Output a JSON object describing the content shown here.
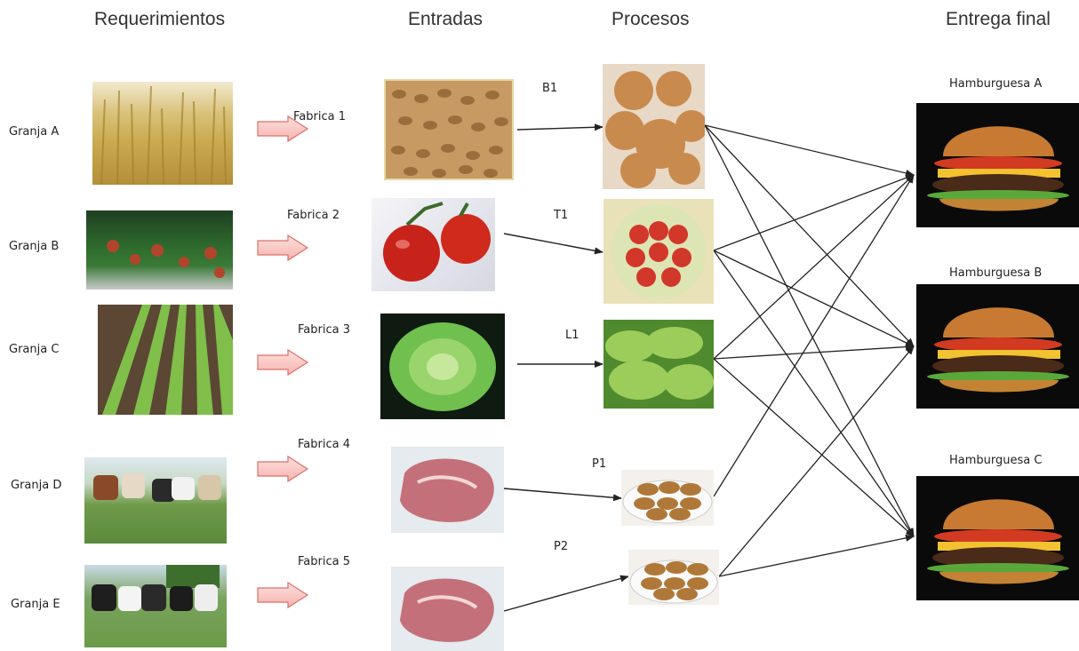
{
  "headers": {
    "requerimientos": "Requerimientos",
    "entradas": "Entradas",
    "procesos": "Procesos",
    "entrega_final": "Entrega final"
  },
  "granjas": [
    "Granja A",
    "Granja B",
    "Granja C",
    "Granja D",
    "Granja E"
  ],
  "fabricas": [
    "Fabrica 1",
    "Fabrica 2",
    "Fabrica 3",
    "Fabrica 4",
    "Fabrica 5"
  ],
  "procesos": [
    "B1",
    "T1",
    "L1",
    "P1",
    "P2"
  ],
  "hamburguesas": [
    "Hamburguesa A",
    "Hamburguesa B",
    "Hamburguesa C"
  ],
  "images": {
    "granjas": [
      "wheat-field-photo",
      "tomato-plants-photo",
      "lettuce-rows-photo",
      "cattle-photo",
      "dairy-cows-photo"
    ],
    "entradas": [
      "wheat-grains-photo",
      "tomatoes-photo",
      "lettuce-head-photo",
      "raw-beef-photo",
      "raw-beef-photo"
    ],
    "procesos": [
      "bread-buns-photo",
      "sliced-tomato-photo",
      "lettuce-leaves-photo",
      "patties-photo",
      "patties-photo"
    ],
    "entrega": [
      "hamburger-photo",
      "hamburger-photo",
      "hamburger-photo"
    ]
  }
}
